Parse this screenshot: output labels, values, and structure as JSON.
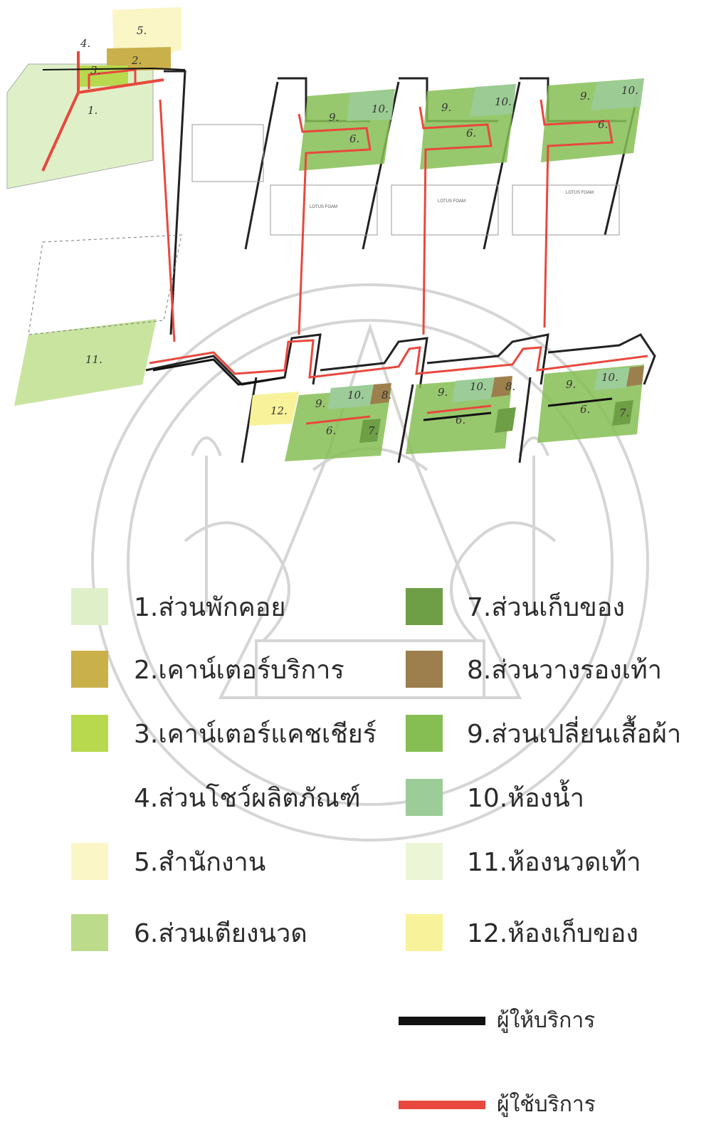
{
  "diagram": {
    "zone_labels": [
      "1.",
      "2.",
      "3.",
      "4.",
      "5.",
      "6.",
      "7.",
      "8.",
      "9.",
      "10.",
      "11.",
      "12."
    ],
    "room_name_text": "LOTUS FOAM"
  },
  "legend": {
    "items": [
      {
        "label": "1.ส่วนพักคอย",
        "color": "#dff0c8"
      },
      {
        "label": "2.เคาน์เตอร์บริการ",
        "color": "#c9b04a"
      },
      {
        "label": "3.เคาน์เตอร์แคชเชียร์",
        "color": "#b8d84e"
      },
      {
        "label": "4.ส่วนโชว์ผลิตภัณฑ์",
        "color": "#ffffff"
      },
      {
        "label": "5.สำนักงาน",
        "color": "#fbf6c6"
      },
      {
        "label": "6.ส่วนเตียงนวด",
        "color": "#bcdc8c"
      },
      {
        "label": "7.ส่วนเก็บของ",
        "color": "#6e9e46"
      },
      {
        "label": "8.ส่วนวางรองเท้า",
        "color": "#9c7f4c"
      },
      {
        "label": "9.ส่วนเปลี่ยนเสื้อผ้า",
        "color": "#86be54"
      },
      {
        "label": "10.ห้องน้ำ",
        "color": "#9ccc98"
      },
      {
        "label": "11.ห้องนวดเท้า",
        "color": "#ecf6d6"
      },
      {
        "label": "12.ห้องเก็บของ",
        "color": "#f8f29a"
      }
    ],
    "routes": [
      {
        "label": "ผู้ให้บริการ",
        "color": "#111111"
      },
      {
        "label": "ผู้ใช้บริการ",
        "color": "#e8483e"
      }
    ]
  }
}
